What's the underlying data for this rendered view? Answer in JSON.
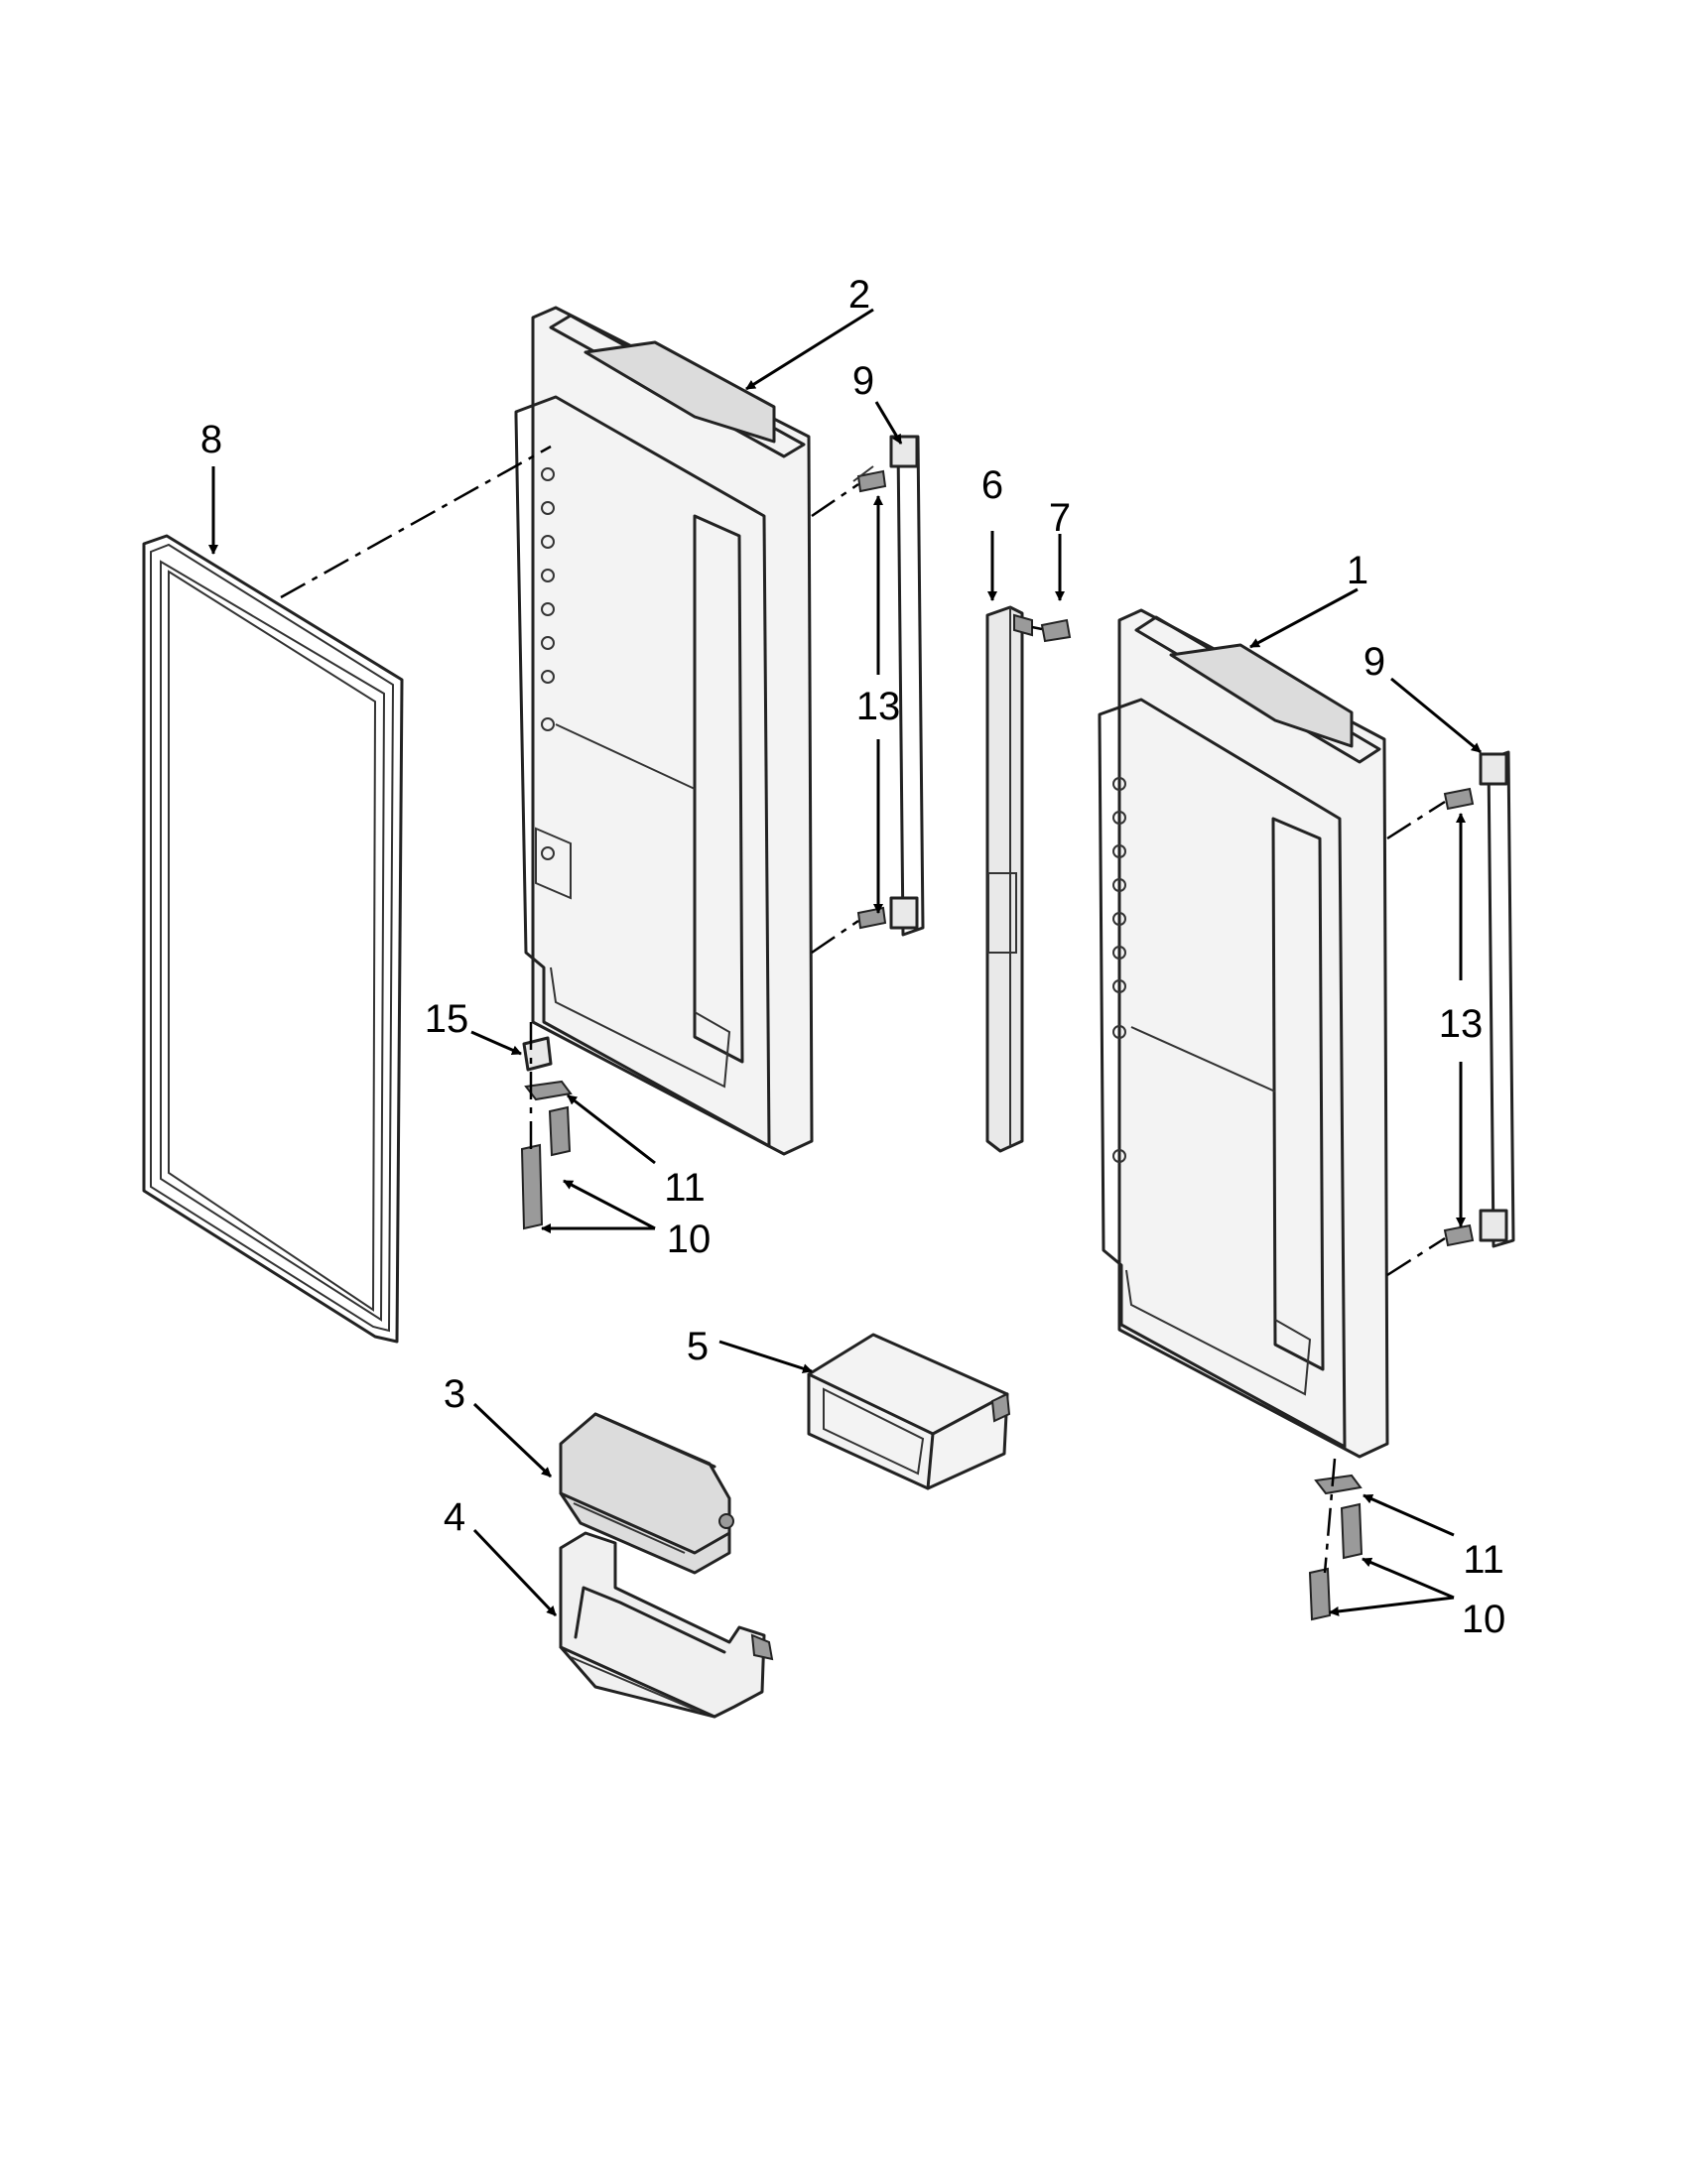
{
  "callouts": [
    {
      "id": "c2",
      "text": "2"
    },
    {
      "id": "c9a",
      "text": "9"
    },
    {
      "id": "c8",
      "text": "8"
    },
    {
      "id": "c6",
      "text": "6"
    },
    {
      "id": "c7",
      "text": "7"
    },
    {
      "id": "c1",
      "text": "1"
    },
    {
      "id": "c9b",
      "text": "9"
    },
    {
      "id": "c13a",
      "text": "13"
    },
    {
      "id": "c13b",
      "text": "13"
    },
    {
      "id": "c15",
      "text": "15"
    },
    {
      "id": "c11a",
      "text": "11"
    },
    {
      "id": "c10a",
      "text": "10"
    },
    {
      "id": "c5",
      "text": "5"
    },
    {
      "id": "c3",
      "text": "3"
    },
    {
      "id": "c4",
      "text": "4"
    },
    {
      "id": "c11b",
      "text": "11"
    },
    {
      "id": "c10b",
      "text": "10"
    }
  ],
  "colors": {
    "line": "#222222",
    "background": "#ffffff"
  }
}
